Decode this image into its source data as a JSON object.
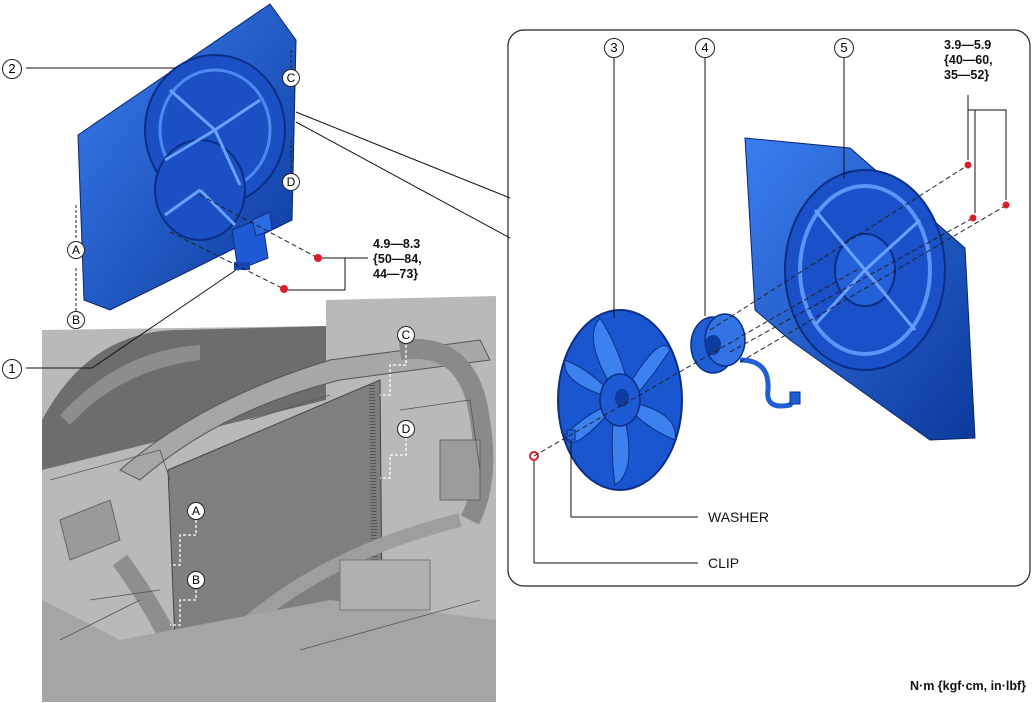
{
  "figure": {
    "part_numbers": [
      "1",
      "2",
      "3",
      "4",
      "5"
    ],
    "location_letters": [
      "A",
      "B",
      "C",
      "D"
    ],
    "torque_bracket": [
      "4.9—8.3",
      "{50—84,",
      "44—73}"
    ],
    "torque_motor": [
      "3.9—5.9",
      "{40—60,",
      "35—52}"
    ],
    "washer_label": "WASHER",
    "clip_label": "CLIP",
    "units_note": "N·m {kgf·cm, in·lbf}"
  },
  "colors": {
    "part_blue": "#1f5fd6",
    "part_blue_dark": "#0d3c9e",
    "engine_gray": "#9a9a9a",
    "bolt_red": "#d8202a"
  }
}
